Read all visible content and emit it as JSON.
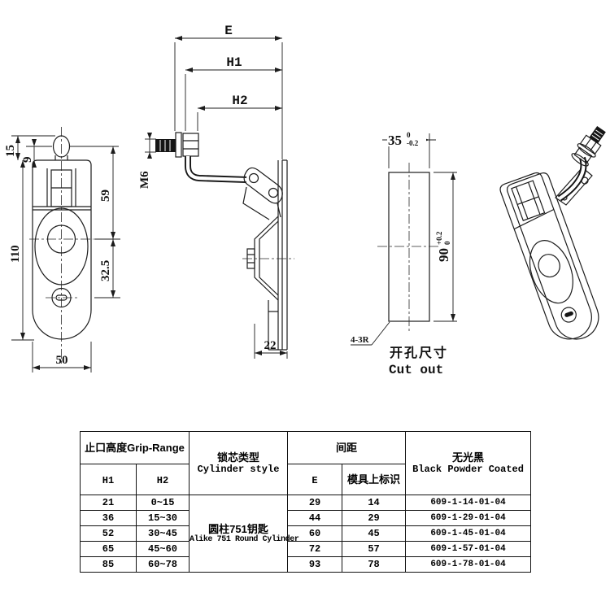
{
  "front_view": {
    "dim_ear_height": "15",
    "dim_ear_offset": "9",
    "dim_body_height": "110",
    "dim_upper_span": "59",
    "dim_lower_span": "32.5",
    "dim_body_width": "50"
  },
  "side_view": {
    "dim_overall": "E",
    "dim_h1": "H1",
    "dim_h2": "H2",
    "dim_thread": "M6",
    "dim_depth": "22"
  },
  "cutout_view": {
    "width": "35",
    "width_tol_upper": "0",
    "width_tol_lower": "-0.2",
    "height": "90",
    "height_tol_upper": "+0.2",
    "height_tol_lower": "0",
    "corner_note": "4-3R",
    "title_cn": "开孔尺寸",
    "title_en": "Cut out"
  },
  "table": {
    "headers": {
      "grip_range": "止口高度Grip-Range",
      "h1": "H1",
      "h2": "H2",
      "cylinder_cn": "锁芯类型",
      "cylinder_en": "Cylinder style",
      "spacing": "间距",
      "e": "E",
      "mold_mark": "模具上标识",
      "finish_cn": "无光黑",
      "finish_en": "Black Powder Coated"
    },
    "cylinder_cell": {
      "cn": "圆柱751钥匙",
      "en": "Alike 751 Round Cylinder"
    },
    "rows": [
      {
        "h1": "21",
        "h2": "0~15",
        "e": "29",
        "mold": "14",
        "part": "609-1-14-01-04"
      },
      {
        "h1": "36",
        "h2": "15~30",
        "e": "44",
        "mold": "29",
        "part": "609-1-29-01-04"
      },
      {
        "h1": "52",
        "h2": "30~45",
        "e": "60",
        "mold": "45",
        "part": "609-1-45-01-04"
      },
      {
        "h1": "65",
        "h2": "45~60",
        "e": "72",
        "mold": "57",
        "part": "609-1-57-01-04"
      },
      {
        "h1": "85",
        "h2": "60~78",
        "e": "93",
        "mold": "78",
        "part": "609-1-78-01-04"
      }
    ]
  }
}
